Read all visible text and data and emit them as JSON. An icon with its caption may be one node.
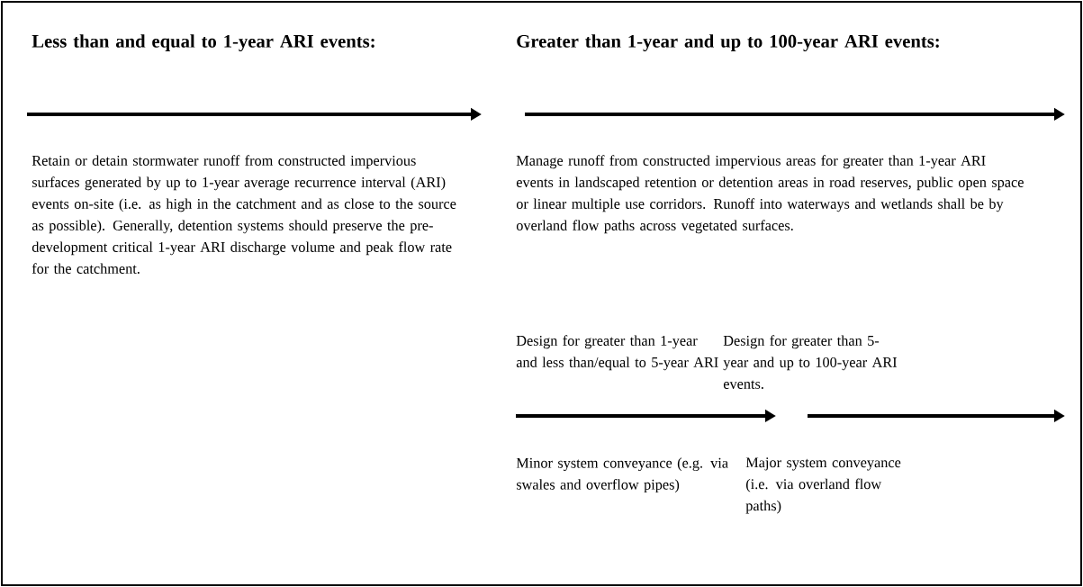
{
  "diagram": {
    "labels": [
      "Less than and equal to 1-year ARI events:",
      "Greater than 1-year and up to 100-year ARI events:",
      "Retain or detain stormwater runoff from constructed impervious surfaces generated by up to 1-year average recurrence interval (ARI) events on-site (i.e. as high in the catchment and as close to the source as possible). Generally, detention systems should preserve the pre-development critical 1-year ARI discharge volume and peak flow rate for the catchment.",
      "Manage runoff from constructed impervious areas for greater than 1-year ARI events in landscaped retention or detention areas in road reserves, public open space or linear multiple use corridors. Runoff into waterways and wetlands shall be by overland flow paths across vegetated surfaces.",
      "Design for greater than 1-year and less than/equal to 5-year ARI",
      "Design for greater than 5-year and up to 100-year ARI events.",
      "Minor system conveyance (e.g. via swales and overflow pipes)",
      "Major system conveyance (i.e. via overland flow paths)"
    ]
  }
}
